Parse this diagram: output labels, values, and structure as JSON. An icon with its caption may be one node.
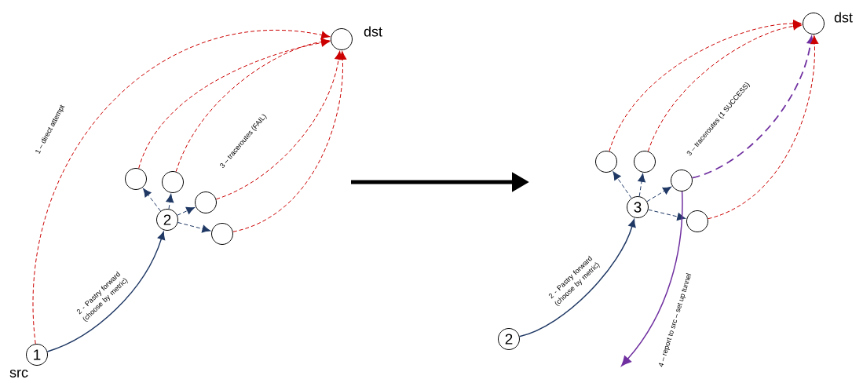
{
  "diagram": {
    "nodes": [
      {
        "text": [
          "1"
        ],
        "beside": [
          "src"
        ]
      },
      {
        "text": [
          "2"
        ]
      },
      {
        "text": [],
        "shape": "circle"
      },
      {
        "text": [],
        "shape": "circle"
      },
      {
        "text": [],
        "shape": "circle"
      },
      {
        "text": [],
        "shape": "circle"
      },
      {
        "text": [],
        "shape": "circle",
        "beside": [
          "dst"
        ]
      },
      {
        "text": [
          "2"
        ]
      },
      {
        "text": [
          "3"
        ]
      },
      {
        "text": [],
        "shape": "circle"
      },
      {
        "text": [],
        "shape": "circle"
      },
      {
        "text": [],
        "shape": "circle"
      },
      {
        "text": [],
        "shape": "circle"
      },
      {
        "text": [],
        "shape": "circle",
        "beside": [
          "dst"
        ]
      }
    ],
    "edges": [
      {
        "from": 0,
        "to": 6,
        "arrow": "to",
        "style": "dashed",
        "color": "#cc0000",
        "label": "1 – direct attempt"
      },
      {
        "from": 0,
        "to": 1,
        "arrow": "to",
        "label": "2 - Pastry forward (choose by metric)"
      },
      {
        "from": 1,
        "to": 2,
        "arrow": "to",
        "style": "dashed"
      },
      {
        "from": 1,
        "to": 3,
        "arrow": "to",
        "style": "dashed"
      },
      {
        "from": 1,
        "to": 4,
        "arrow": "to",
        "style": "dashed"
      },
      {
        "from": 1,
        "to": 5,
        "arrow": "to",
        "style": "dashed"
      },
      {
        "from": 2,
        "to": 6,
        "arrow": "to",
        "style": "dashed",
        "color": "#cc0000"
      },
      {
        "from": 3,
        "to": 6,
        "arrow": "to",
        "style": "dashed",
        "color": "#cc0000"
      },
      {
        "from": 4,
        "to": 6,
        "arrow": "to",
        "style": "dashed",
        "color": "#cc0000"
      },
      {
        "from": 5,
        "to": 6,
        "arrow": "to",
        "style": "dashed",
        "color": "#cc0000"
      },
      {
        "from": 7,
        "to": 8,
        "arrow": "to",
        "label": "2 - Pastry forward (choose by metric)"
      },
      {
        "from": 8,
        "to": 9,
        "arrow": "to",
        "style": "dashed"
      },
      {
        "from": 8,
        "to": 10,
        "arrow": "to",
        "style": "dashed"
      },
      {
        "from": 8,
        "to": 11,
        "arrow": "to",
        "style": "dashed"
      },
      {
        "from": 8,
        "to": 12,
        "arrow": "to",
        "style": "dashed"
      },
      {
        "from": 9,
        "to": 13,
        "arrow": "to",
        "style": "dashed",
        "color": "#cc0000"
      },
      {
        "from": 10,
        "to": 13,
        "arrow": "to",
        "style": "dashed",
        "color": "#cc0000"
      },
      {
        "from": 11,
        "to": 13,
        "arrow": "to",
        "style": "dashed",
        "color": "#7030a0"
      },
      {
        "from": 12,
        "to": 13,
        "arrow": "to",
        "style": "dashed",
        "color": "#cc0000"
      },
      {
        "from": 11,
        "to": null,
        "arrow": "to",
        "color": "#7030a0",
        "label": "4 – report to src – set up tunnel"
      }
    ],
    "labels": [
      "3 – traceroutes (FAIL)",
      "3 – traceroutes (1 SUCCESS)"
    ]
  }
}
